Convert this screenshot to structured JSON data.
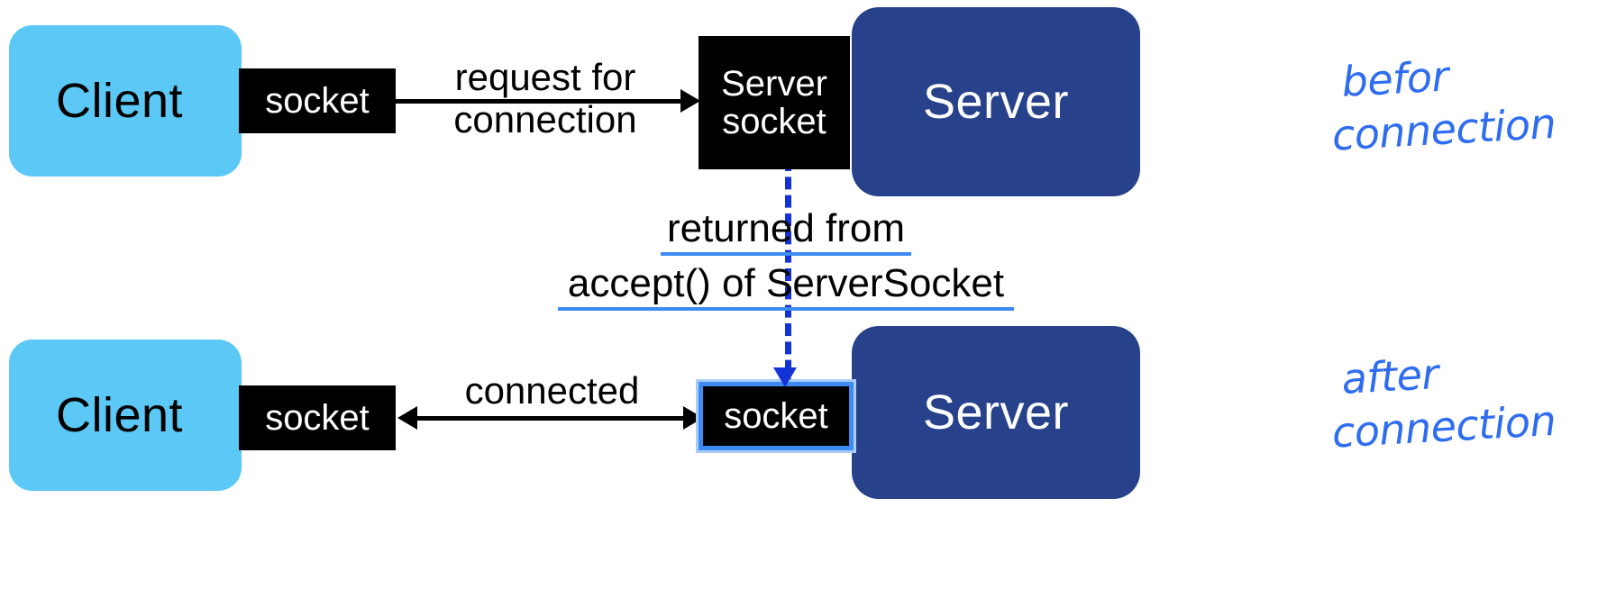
{
  "diagram": {
    "title": "Client-Server socket connection diagram",
    "colors": {
      "client_fill": "#5bc8f5",
      "server_fill": "#27418b",
      "socket_fill": "#000000",
      "socket_text": "#ffffff",
      "annotation_blue": "#2f6df0",
      "dashed_blue": "#1433d6",
      "underline_blue": "#3d8bf2",
      "arrow_black": "#000000",
      "background": "#ffffff"
    },
    "before": {
      "client_label": "Client",
      "client_socket_label": "socket",
      "edge_label_line1": "request for",
      "edge_label_line2": "connection",
      "server_socket_label_line1": "Server",
      "server_socket_label_line2": "socket",
      "server_label": "Server",
      "annotation_line1": "befor",
      "annotation_line2": "connection"
    },
    "middle_note": {
      "line1": "returned from",
      "line2": "accept() of ServerSocket"
    },
    "after": {
      "client_label": "Client",
      "client_socket_label": "socket",
      "edge_label": "connected",
      "server_socket_label": "socket",
      "server_label": "Server",
      "annotation_line1": "after",
      "annotation_line2": "connection"
    },
    "icons": {
      "arrow_right": "arrow-right-icon",
      "arrow_left": "arrow-left-icon",
      "dashed_down_arrow": "dashed-arrow-down-icon"
    }
  }
}
